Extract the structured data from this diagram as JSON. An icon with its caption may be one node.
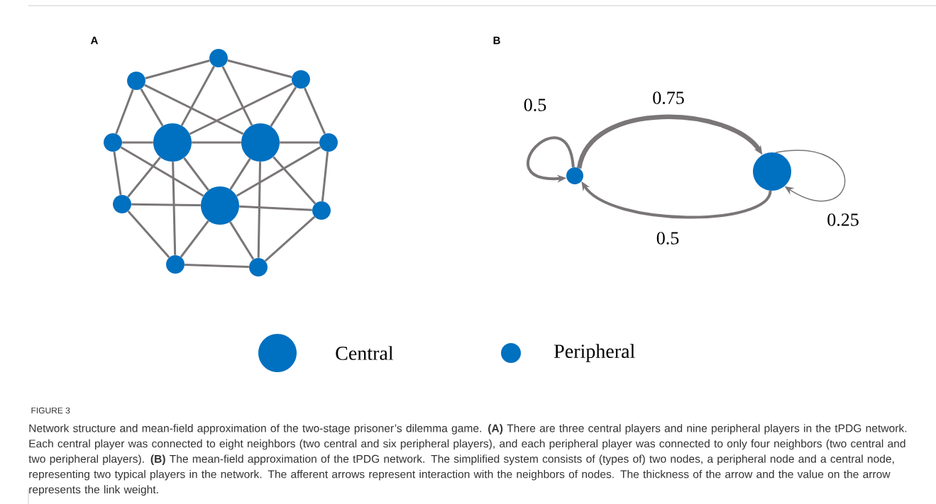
{
  "diagram": {
    "nodes": [
      {
        "text": [],
        "shape": "circle"
      },
      {
        "text": [],
        "shape": "circle"
      },
      {
        "text": [],
        "shape": "circle"
      },
      {
        "text": [],
        "shape": "circle"
      },
      {
        "text": [],
        "shape": "circle"
      },
      {
        "text": [],
        "shape": "circle"
      },
      {
        "text": [],
        "shape": "circle"
      },
      {
        "text": [],
        "shape": "circle"
      },
      {
        "text": [],
        "shape": "circle"
      },
      {
        "text": [],
        "shape": "circle"
      },
      {
        "text": [],
        "shape": "circle"
      },
      {
        "text": [],
        "shape": "circle"
      },
      {
        "text": [],
        "shape": "circle"
      },
      {
        "text": [],
        "shape": "circle"
      }
    ],
    "edges": [
      {
        "from": 0,
        "to": 1,
        "arrow": "none"
      },
      {
        "from": 0,
        "to": 2,
        "arrow": "none"
      },
      {
        "from": 0,
        "to": 4,
        "arrow": "none"
      },
      {
        "from": 0,
        "to": 5,
        "arrow": "none"
      },
      {
        "from": 1,
        "to": 3,
        "arrow": "none"
      },
      {
        "from": 1,
        "to": 4,
        "arrow": "none"
      },
      {
        "from": 1,
        "to": 5,
        "arrow": "none"
      },
      {
        "from": 2,
        "to": 4,
        "arrow": "none"
      },
      {
        "from": 2,
        "to": 5,
        "arrow": "none"
      },
      {
        "from": 2,
        "to": 6,
        "arrow": "none"
      },
      {
        "from": 3,
        "to": 4,
        "arrow": "none"
      },
      {
        "from": 3,
        "to": 7,
        "arrow": "none"
      },
      {
        "from": 3,
        "to": 8,
        "arrow": "none"
      },
      {
        "from": 6,
        "to": 5,
        "arrow": "none"
      },
      {
        "from": 6,
        "to": 8,
        "arrow": "none"
      },
      {
        "from": 6,
        "to": 9,
        "arrow": "none"
      },
      {
        "from": 4,
        "to": 5,
        "arrow": "none"
      },
      {
        "from": 4,
        "to": 7,
        "arrow": "none"
      },
      {
        "from": 4,
        "to": 10,
        "arrow": "none"
      },
      {
        "from": 4,
        "to": 8,
        "arrow": "none"
      },
      {
        "from": 5,
        "to": 8,
        "arrow": "none"
      },
      {
        "from": 5,
        "to": 11,
        "arrow": "none"
      },
      {
        "from": 5,
        "to": 9,
        "arrow": "none"
      },
      {
        "from": 7,
        "to": 8,
        "arrow": "none"
      },
      {
        "from": 7,
        "to": 10,
        "arrow": "none"
      },
      {
        "from": 9,
        "to": 8,
        "arrow": "none"
      },
      {
        "from": 9,
        "to": 11,
        "arrow": "none"
      },
      {
        "from": 8,
        "to": 10,
        "arrow": "none"
      },
      {
        "from": 8,
        "to": 11,
        "arrow": "none"
      },
      {
        "from": 10,
        "to": 11,
        "arrow": "none"
      },
      {
        "from": 12,
        "to": 12,
        "arrow": "to",
        "label": "0.5"
      },
      {
        "from": 12,
        "to": 13,
        "arrow": "to",
        "label": "0.75",
        "style": "thick"
      },
      {
        "from": 13,
        "to": 12,
        "arrow": "to",
        "label": "0.5"
      },
      {
        "from": 13,
        "to": 13,
        "arrow": "to",
        "label": "0.25"
      }
    ],
    "labels": [
      "A",
      "B",
      "FIGURE 3"
    ],
    "legend": [
      {
        "text": "Central"
      },
      {
        "text": "Peripheral"
      }
    ],
    "caption": "Network structure and mean-field approximation of the two-stage prisoner’s dilemma game. **(A)** There are three central players and nine peripheral players in the tPDG network. Each central player was connected to eight neighbors (two central and six peripheral players), and each peripheral player was connected to only four neighbors (two central and two peripheral players). **(B)** The mean-field approximation of the tPDG network. The simplified system consists of (types of) two nodes, a peripheral node and a central node, representing two typical players in the network. The afferent arrows represent interaction with the neighbors of nodes. The thickness of the arrow and the value on the arrow represents the link weight."
  }
}
